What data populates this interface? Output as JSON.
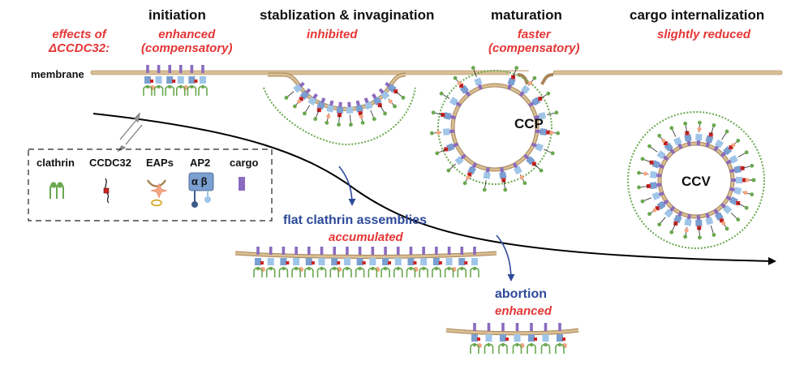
{
  "stages": [
    {
      "title": "initiation",
      "effect": "enhanced\n(compensatory)"
    },
    {
      "title": "stablization & invagination",
      "effect": "inhibited"
    },
    {
      "title": "maturation",
      "effect": "faster\n(compensatory)"
    },
    {
      "title": "cargo internalization",
      "effect": "slightly reduced"
    }
  ],
  "effects_label": "effects of\nΔCCDC32:",
  "membrane_label": "membrane",
  "legend": {
    "items": [
      "clathrin",
      "CCDC32",
      "EAPs",
      "AP2",
      "cargo"
    ],
    "ap2_subunits": "α β"
  },
  "branches": [
    {
      "title": "flat clathrin assemblies",
      "effect": "accumulated"
    },
    {
      "title": "abortion",
      "effect": "enhanced"
    }
  ],
  "vesicle_labels": {
    "pit": "CCP",
    "vesicle": "CCV"
  },
  "colors": {
    "effect_red": "#e53535",
    "branch_blue": "#2d4a9a",
    "clathrin_green": "#6aa84f",
    "cargo_purple": "#8a6bbf",
    "ap2_light": "#9fc5e8",
    "ap2_dark": "#3d5a8a",
    "membrane_tan": "#c9a77a",
    "ccdc32_red": "#cc2222",
    "eap_orange": "#f4a582"
  }
}
